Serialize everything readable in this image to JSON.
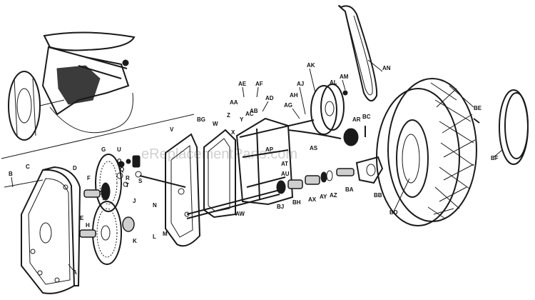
{
  "watermark": "eReplacementParts.com",
  "labels": {
    "A": "A",
    "B": "B",
    "C": "C",
    "D": "D",
    "E": "E",
    "F": "F",
    "G": "G",
    "H": "H",
    "J": "J",
    "K": "K",
    "L": "L",
    "M": "M",
    "N": "N",
    "O": "O",
    "Q": "Q",
    "R": "R",
    "S": "S",
    "T": "T",
    "U": "U",
    "V": "V",
    "W": "W",
    "X": "X",
    "Y": "Y",
    "Z": "Z",
    "AA": "AA",
    "AB": "AB",
    "AC": "AC",
    "AD": "AD",
    "AE": "AE",
    "AF": "AF",
    "AG": "AG",
    "AH": "AH",
    "AJ": "AJ",
    "AK": "AK",
    "AL": "AL",
    "AM": "AM",
    "AN": "AN",
    "AP": "AP",
    "AR": "AR",
    "AS": "AS",
    "AT": "AT",
    "AU": "AU",
    "AW": "AW",
    "AX": "AX",
    "AY": "AY",
    "AZ": "AZ",
    "BA": "BA",
    "BB": "BB",
    "BC": "BC",
    "BD": "BD",
    "BE": "BE",
    "BF": "BF",
    "BG": "BG",
    "BH": "BH",
    "BJ": "BJ"
  }
}
